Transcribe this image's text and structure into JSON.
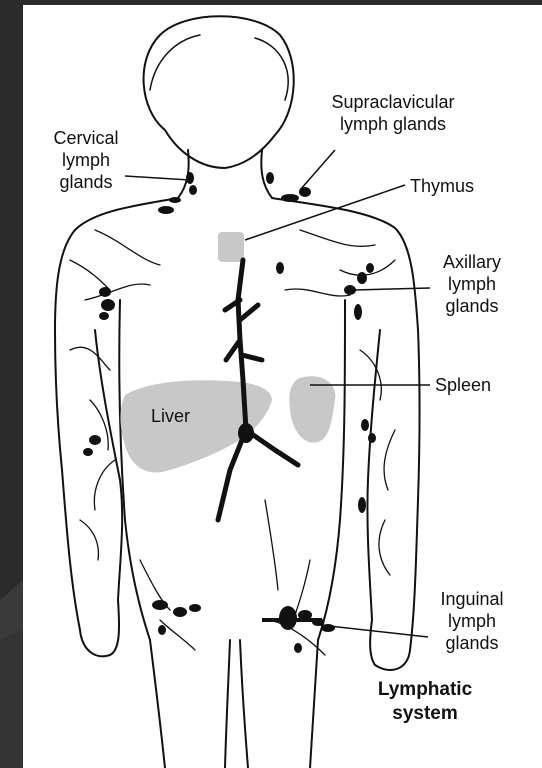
{
  "labels": {
    "cervical": "Cervical\nlymph\nglands",
    "supraclavicular": "Supraclavicular\nlymph glands",
    "thymus": "Thymus",
    "axillary": "Axillary\nlymph\nglands",
    "spleen": "Spleen",
    "liver": "Liver",
    "inguinal": "Inguinal\nlymph\nglands",
    "title": "Lymphatic\nsystem"
  },
  "colors": {
    "outline": "#111111",
    "organ_fill": "#c8c8c8",
    "background": "#2b2b2b",
    "paper": "#ffffff"
  }
}
